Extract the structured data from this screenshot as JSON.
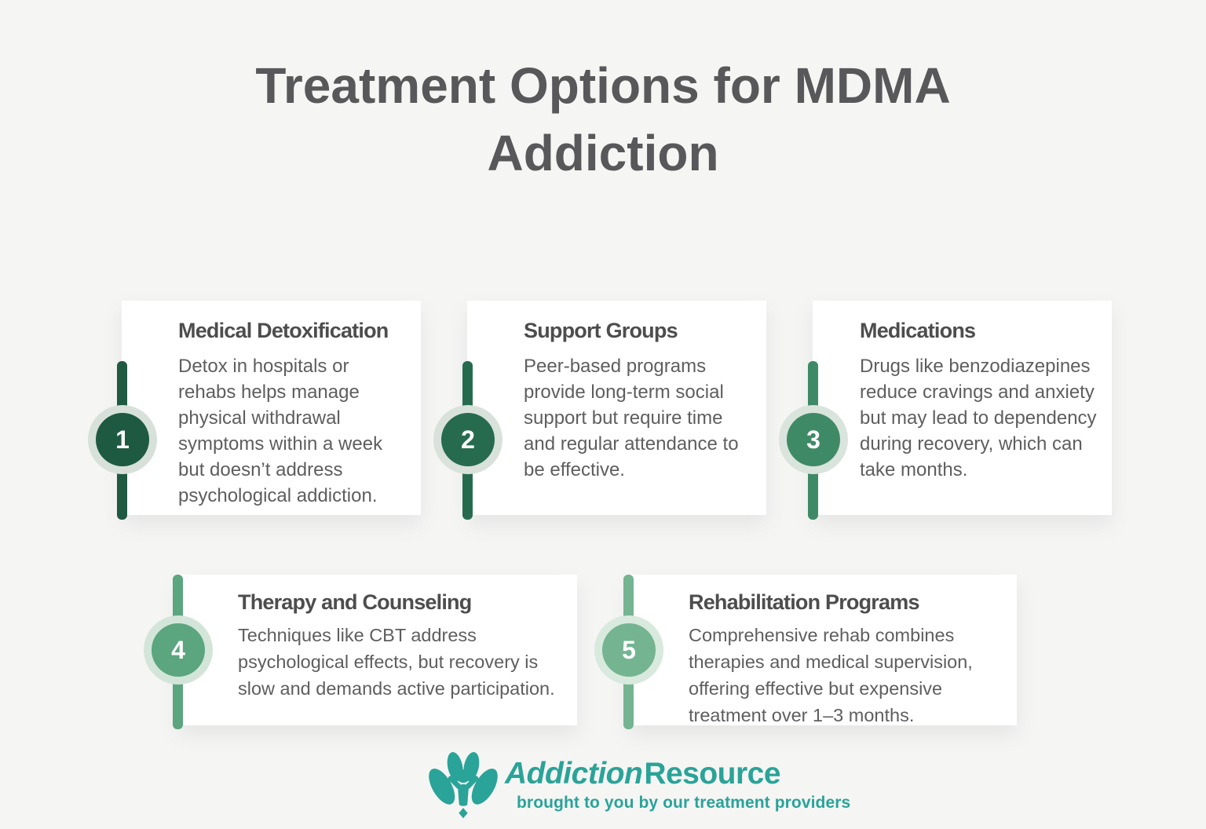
{
  "page": {
    "background": "#f5f5f4"
  },
  "title": {
    "text": "Treatment Options for MDMA Addiction",
    "color": "#58585a"
  },
  "cards": [
    {
      "number": "1",
      "title": "Medical Detoxification",
      "body": "Detox in hospitals or rehabs helps manage physical withdrawal symptoms within a week but doesn’t address psychological addiction.",
      "accent": "#1e5942",
      "halo": "#d7e1da"
    },
    {
      "number": "2",
      "title": "Support Groups",
      "body": "Peer-based programs provide long-term social support but require time and regular attendance to be effective.",
      "accent": "#276b4f",
      "halo": "#d8e2da"
    },
    {
      "number": "3",
      "title": "Medications",
      "body": "Drugs like benzodiazepines reduce cravings and anxiety but may lead to dependency during recovery, which can take months.",
      "accent": "#3f8a66",
      "halo": "#d9e4dc"
    },
    {
      "number": "4",
      "title": "Therapy and Counseling",
      "body": "Techniques like CBT address psychological effects, but recovery is slow and demands active participation.",
      "accent": "#5ba57f",
      "halo": "#d3e5d9"
    },
    {
      "number": "5",
      "title": "Rehabilitation Programs",
      "body": "Comprehensive rehab combines therapies and medical supervision, offering effective but expensive treatment over 1–3 months.",
      "accent": "#74b491",
      "halo": "#d8e9dd"
    }
  ],
  "footer": {
    "brand_part1": "Addiction",
    "brand_part2": "Resource",
    "tagline": "brought to you by our treatment providers",
    "brand_color": "#2aa398",
    "logo_icon": "lotus-person-icon"
  }
}
